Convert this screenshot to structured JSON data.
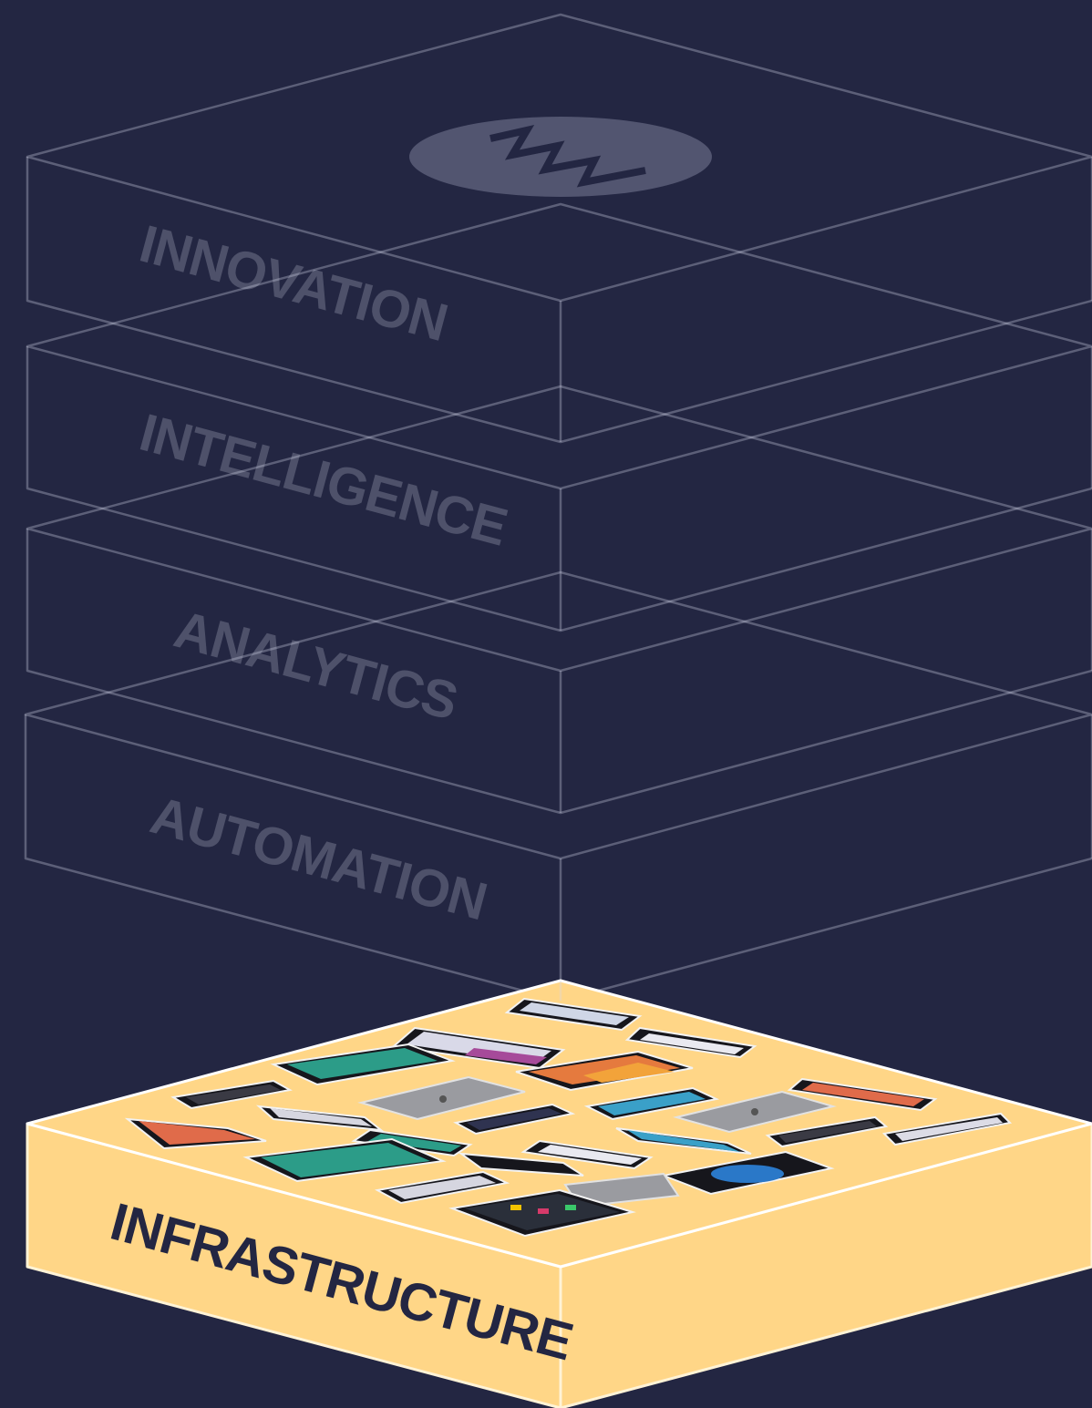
{
  "diagram": {
    "layers": [
      {
        "label": "INNOVATION"
      },
      {
        "label": "INTELLIGENCE"
      },
      {
        "label": "ANALYTICS"
      },
      {
        "label": "AUTOMATION"
      }
    ],
    "base_layer": {
      "label": "INFRASTRUCTURE",
      "content": "devices-collage"
    },
    "logo": {
      "icon": "zigzag-logo-icon"
    }
  },
  "colors": {
    "background": "#232642",
    "infrastructure": "#FFD687",
    "wireframe": "#D7DAEB",
    "logo": "#525570"
  }
}
